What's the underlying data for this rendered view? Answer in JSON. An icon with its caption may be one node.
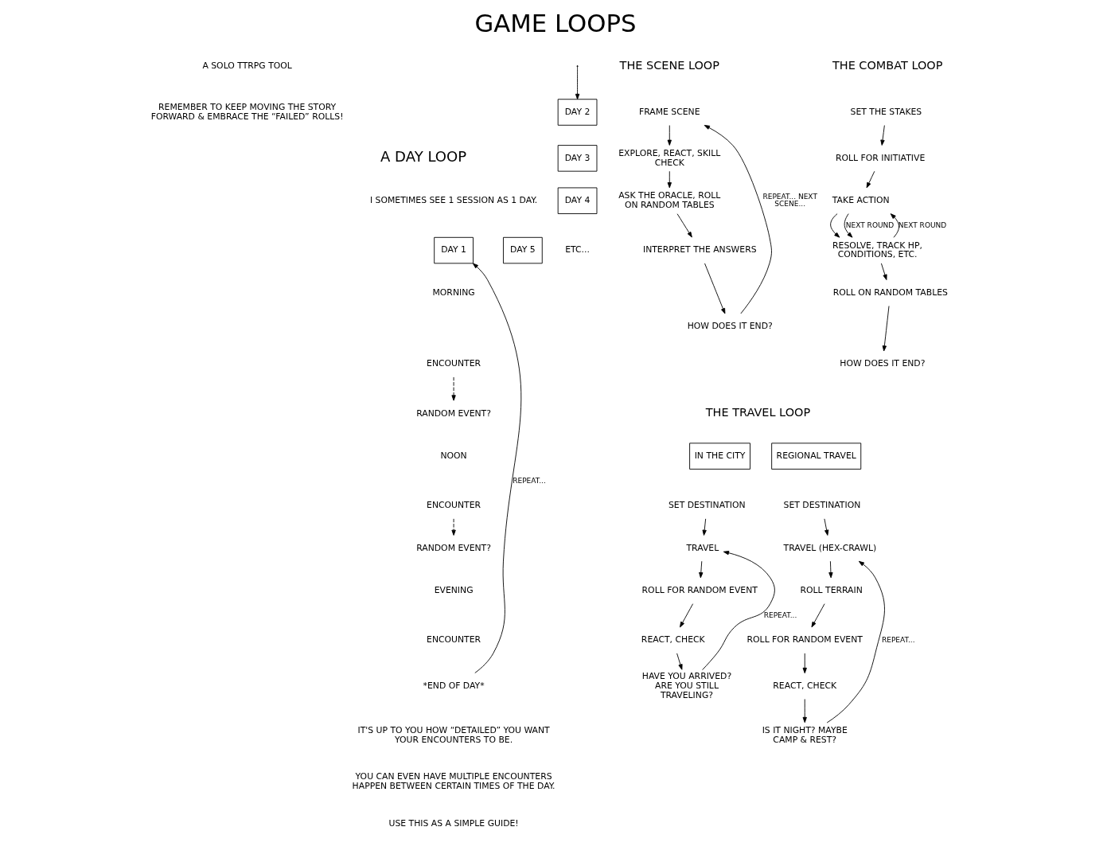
{
  "diagram": {
    "title": "GAME LOOPS",
    "nodes": [
      {
        "text": [
          "DAY 1"
        ]
      },
      {
        "text": [
          "MORNING"
        ]
      },
      {
        "text": [
          "ENCOUNTER"
        ]
      },
      {
        "text": [
          "RANDOM EVENT?"
        ]
      },
      {
        "text": [
          "NOON"
        ]
      },
      {
        "text": [
          "ENCOUNTER"
        ]
      },
      {
        "text": [
          "RANDOM EVENT?"
        ]
      },
      {
        "text": [
          "EVENING"
        ]
      },
      {
        "text": [
          "ENCOUNTER"
        ]
      },
      {
        "text": [
          "*END OF DAY*"
        ]
      },
      {
        "text": [
          "DAY 2"
        ]
      },
      {
        "text": [
          "DAY 3"
        ]
      },
      {
        "text": [
          "DAY 4"
        ]
      },
      {
        "text": [
          "DAY 5"
        ]
      },
      {
        "text": [
          "SET THE STAKES"
        ]
      },
      {
        "text": [
          "ROLL FOR INITIATIVE"
        ]
      },
      {
        "text": [
          "TAKE ACTION"
        ]
      },
      {
        "text": [
          "RESOLVE, TRACK HP, CONDITIONS, ETC."
        ]
      },
      {
        "text": [
          "ROLL ON RANDOM TABLES"
        ]
      },
      {
        "text": [
          "HOW DOES IT END?"
        ]
      },
      {
        "text": [
          "FRAME SCENE"
        ]
      },
      {
        "text": [
          "EXPLORE, REACT, SKILL CHECK"
        ]
      },
      {
        "text": [
          "ASK THE ORACLE, ROLL ON RANDOM TABLES"
        ]
      },
      {
        "text": [
          "INTERPRET THE ANSWERS"
        ]
      },
      {
        "text": [
          "HOW DOES IT END?"
        ]
      },
      {
        "text": [
          "IN THE CITY"
        ]
      },
      {
        "text": [
          "SET DESTINATION"
        ]
      },
      {
        "text": [
          "TRAVEL"
        ]
      },
      {
        "text": [
          "ROLL FOR RANDOM EVENT"
        ]
      },
      {
        "text": [
          "REACT, CHECK"
        ]
      },
      {
        "text": [
          "HAVE YOU ARRIVED?",
          "ARE YOU STILL TRAVELING?"
        ]
      },
      {
        "text": [
          "REGIONAL TRAVEL"
        ]
      },
      {
        "text": [
          "SET DESTINATION"
        ]
      },
      {
        "text": [
          "TRAVEL (HEX-CRAWL)"
        ]
      },
      {
        "text": [
          "ROLL TERRAIN"
        ]
      },
      {
        "text": [
          "ROLL FOR RANDOM EVENT"
        ]
      },
      {
        "text": [
          "REACT, CHECK"
        ]
      },
      {
        "text": [
          "IS IT NIGHT? MAYBE CAMP & REST?"
        ]
      }
    ],
    "edges": [
      {
        "from": 2,
        "to": 3,
        "arrow": "to",
        "style": "dashed"
      },
      {
        "from": 5,
        "to": 6,
        "arrow": "to",
        "style": "dashed"
      },
      {
        "from": 9,
        "to": 0,
        "arrow": "to",
        "label": "REPEAT..."
      },
      {
        "from": null,
        "to": 10,
        "arrow": "to"
      },
      {
        "from": 14,
        "to": 15,
        "arrow": "to"
      },
      {
        "from": 15,
        "to": 16,
        "arrow": "to"
      },
      {
        "from": 16,
        "to": 17,
        "arrow": "to"
      },
      {
        "from": 17,
        "to": 16,
        "arrow": "to",
        "label": "NEXT ROUND"
      },
      {
        "from": 16,
        "to": 17,
        "arrow": "to",
        "label": "NEXT ROUND"
      },
      {
        "from": 17,
        "to": 18,
        "arrow": "to"
      },
      {
        "from": 18,
        "to": 19,
        "arrow": "to"
      },
      {
        "from": 20,
        "to": 21,
        "arrow": "to"
      },
      {
        "from": 21,
        "to": 22,
        "arrow": "to"
      },
      {
        "from": 22,
        "to": 23,
        "arrow": "to"
      },
      {
        "from": 23,
        "to": 24,
        "arrow": "to"
      },
      {
        "from": 24,
        "to": 20,
        "arrow": "to",
        "label": "REPEAT... NEXT SCENE..."
      },
      {
        "from": 26,
        "to": 27,
        "arrow": "to"
      },
      {
        "from": 27,
        "to": 28,
        "arrow": "to"
      },
      {
        "from": 28,
        "to": 29,
        "arrow": "to"
      },
      {
        "from": 29,
        "to": 30,
        "arrow": "to"
      },
      {
        "from": 30,
        "to": 27,
        "arrow": "to",
        "label": "REPEAT..."
      },
      {
        "from": 32,
        "to": 33,
        "arrow": "to"
      },
      {
        "from": 33,
        "to": 34,
        "arrow": "to"
      },
      {
        "from": 34,
        "to": 35,
        "arrow": "to"
      },
      {
        "from": 35,
        "to": 36,
        "arrow": "to"
      },
      {
        "from": 36,
        "to": 37,
        "arrow": "to"
      },
      {
        "from": 37,
        "to": 33,
        "arrow": "to",
        "label": "REPEAT..."
      }
    ],
    "labels": [
      "A SOLO TTRPG TOOL",
      "REMEMBER TO KEEP MOVING THE STORY FORWARD & EMBRACE THE “FAILED” ROLLS!",
      "A DAY LOOP",
      "I SOMETIMES SEE 1 SESSION AS 1 DAY.",
      "ETC...",
      "IT'S UP TO YOU HOW “DETAILED” YOU WANT YOUR ENCOUNTERS TO BE.",
      "YOU CAN EVEN HAVE MULTIPLE ENCOUNTERS HAPPEN BETWEEN CERTAIN TIMES OF THE DAY.",
      "USE THIS AS A SIMPLE GUIDE!",
      "THE COMBAT LOOP",
      "THE SCENE LOOP",
      "THE TRAVEL LOOP"
    ]
  }
}
